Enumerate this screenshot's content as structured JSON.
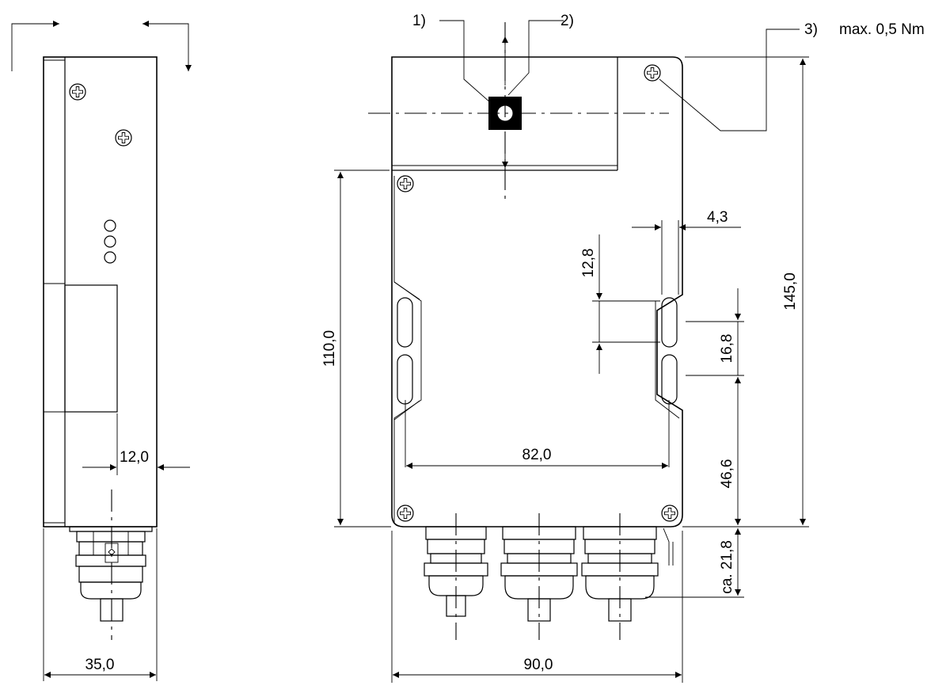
{
  "dimensions": {
    "side_width": "35,0",
    "cable_offset": "12,0",
    "overall_width": "90,0",
    "mount_spacing_h": "82,0",
    "body_height": "110,0",
    "total_height": "145,0",
    "slot_spacing": "16,8",
    "lower_offset": "46,6",
    "slot_length": "12,8",
    "slot_width": "4,3",
    "gland_height": "ca. 21,8"
  },
  "callouts": {
    "c1": "1)",
    "c2": "2)",
    "c3": "3)",
    "torque": "max. 0,5 Nm"
  }
}
